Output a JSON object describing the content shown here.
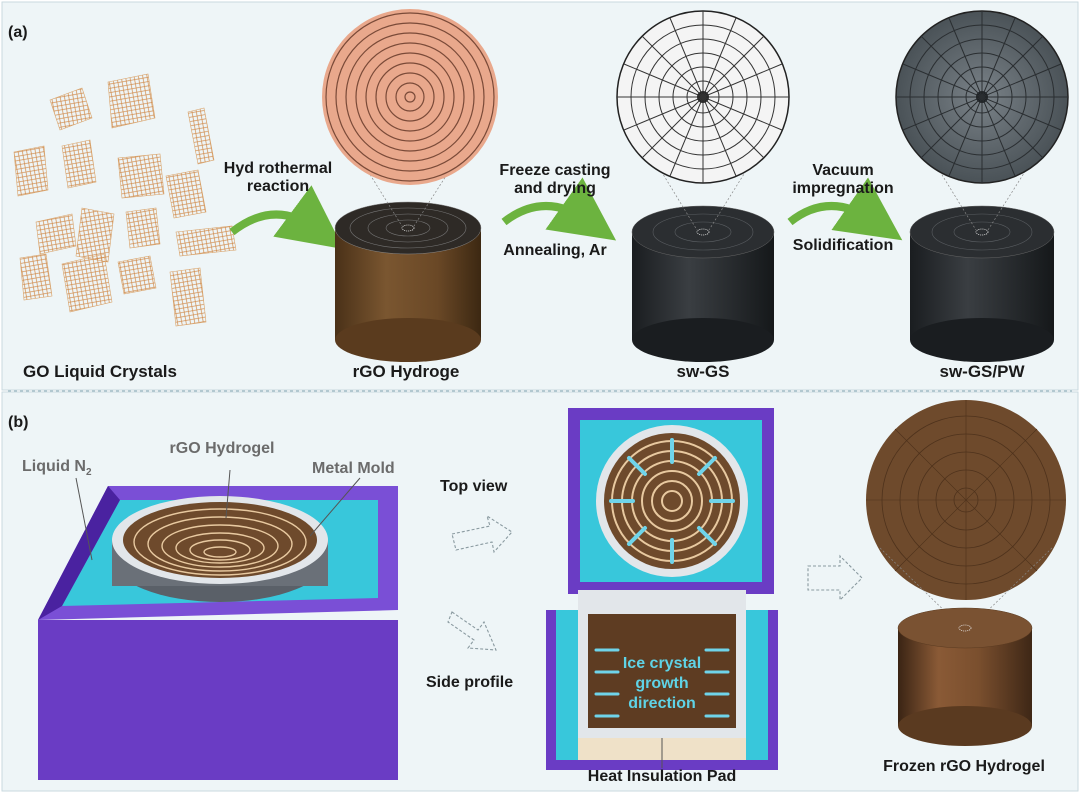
{
  "panel_a": {
    "tag": "(a)",
    "stages": {
      "go": "GO Liquid Crystals",
      "rgo": "rGO Hydroge",
      "swgs": "sw-GS",
      "swgspw": "sw-GS/PW"
    },
    "steps": {
      "hydro_line1": "Hyd rothermal",
      "hydro_line2": "reaction",
      "freeze_line1": "Freeze casting",
      "freeze_line2": "and drying",
      "anneal": "Annealing, Ar",
      "vacuum_line1": "Vacuum",
      "vacuum_line2": "impregnation",
      "solid": "Solidification"
    }
  },
  "panel_b": {
    "tag": "(b)",
    "callouts": {
      "liquid_n": "Liquid N",
      "liquid_sub": "2",
      "rgo_hydrogel": "rGO Hydrogel",
      "metal_mold": "Metal Mold"
    },
    "top_view": "Top view",
    "side_profile": "Side profile",
    "ice_line1": "Ice crystal",
    "ice_line2": "growth",
    "ice_line3": "direction",
    "heat_pad": "Heat Insulation Pad",
    "frozen": "Frozen rGO Hydrogel"
  },
  "colors": {
    "panel_bg": "#eef5f7",
    "purple": "#6a3cc4",
    "cyan": "#3fc0d4",
    "brown": "#6e4a2c",
    "arrow_green": "#6cb33f"
  }
}
